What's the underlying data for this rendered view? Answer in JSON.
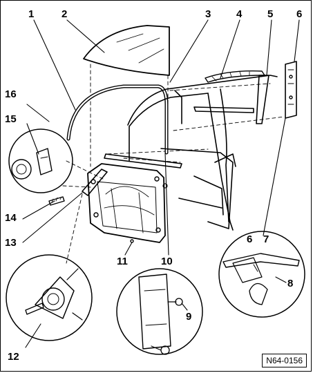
{
  "callouts": {
    "c1": "1",
    "c2": "2",
    "c3": "3",
    "c4": "4",
    "c5": "5",
    "c6": "6",
    "c16": "16",
    "c15": "15",
    "c14": "14",
    "c13": "13",
    "c12": "12",
    "c11": "11",
    "c10": "10",
    "c9": "9",
    "c6b": "6",
    "c7": "7",
    "c8": "8"
  },
  "reference_code": "N64-0156"
}
